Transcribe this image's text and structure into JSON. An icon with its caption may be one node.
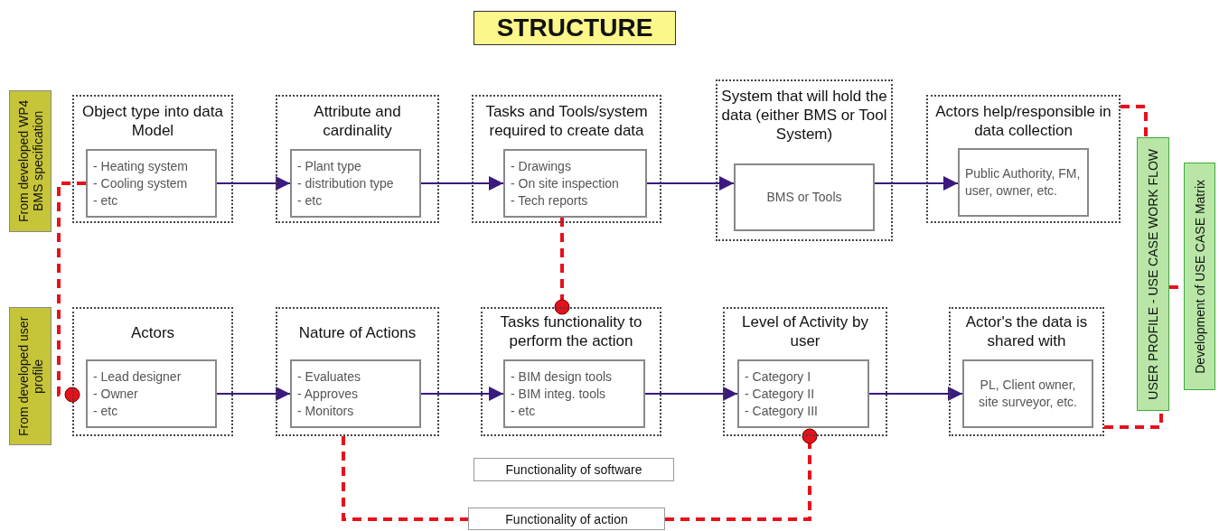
{
  "diagram": {
    "title": "STRUCTURE",
    "nodes": [
      {
        "text": [
          "From developed WP4 BMS specification"
        ]
      },
      {
        "text": [
          "From developed user profile"
        ]
      },
      {
        "text": [
          "Object type into data Model"
        ]
      },
      {
        "text": [
          "- Heating system",
          "- Cooling system",
          "- etc"
        ],
        "in": 2
      },
      {
        "text": [
          "Attribute and cardinality"
        ]
      },
      {
        "text": [
          "- Plant type",
          "- distribution type",
          "- etc"
        ],
        "in": 4
      },
      {
        "text": [
          "Tasks and Tools/system required to create data"
        ]
      },
      {
        "text": [
          "- Drawings",
          "- On site inspection",
          "- Tech reports"
        ],
        "in": 6
      },
      {
        "text": [
          "System that will hold the data (either BMS or Tool System)"
        ]
      },
      {
        "text": [
          "BMS or Tools"
        ],
        "in": 8
      },
      {
        "text": [
          "Actors help/responsible in data collection"
        ]
      },
      {
        "text": [
          "Public Authority, FM, user, owner, etc."
        ],
        "in": 10
      },
      {
        "text": [
          "Actors"
        ]
      },
      {
        "text": [
          "- Lead designer",
          "- Owner",
          "- etc"
        ],
        "in": 12
      },
      {
        "text": [
          "Nature of Actions"
        ]
      },
      {
        "text": [
          "- Evaluates",
          "- Approves",
          "- Monitors"
        ],
        "in": 14
      },
      {
        "text": [
          "Tasks functionality to perform the action"
        ]
      },
      {
        "text": [
          "- BIM design tools",
          "- BIM integ. tools",
          "- etc"
        ],
        "in": 16
      },
      {
        "text": [
          "Level of Activity by user"
        ]
      },
      {
        "text": [
          "- Category I",
          "- Category II",
          "- Category III"
        ],
        "in": 18
      },
      {
        "text": [
          "Actor's the data is shared with"
        ]
      },
      {
        "text": [
          "PL, Client owner, site surveyor, etc."
        ],
        "in": 20
      },
      {
        "text": [
          "Functionality of software"
        ]
      },
      {
        "text": [
          "Functionality of action"
        ]
      },
      {
        "text": [
          "USER PROFILE - USE CASE WORK FLOW"
        ]
      },
      {
        "text": [
          "Development of USE CASE Matrix"
        ]
      }
    ],
    "edges": [
      {
        "from": 3,
        "to": 5,
        "arrow": "to"
      },
      {
        "from": 5,
        "to": 7,
        "arrow": "to"
      },
      {
        "from": 7,
        "to": 9,
        "arrow": "to"
      },
      {
        "from": 9,
        "to": 11,
        "arrow": "to"
      },
      {
        "from": 13,
        "to": 15,
        "arrow": "to"
      },
      {
        "from": 15,
        "to": 17,
        "arrow": "to"
      },
      {
        "from": 17,
        "to": 19,
        "arrow": "to"
      },
      {
        "from": 19,
        "to": 21,
        "arrow": "to"
      },
      {
        "from": 3,
        "to": 12,
        "arrow": "other",
        "style": "dashed",
        "color": "#e8101a"
      },
      {
        "from": 7,
        "to": 16,
        "arrow": "other",
        "style": "dashed",
        "color": "#e8101a"
      },
      {
        "from": 14,
        "to": 23,
        "arrow": "none",
        "style": "dashed",
        "color": "#e8101a"
      },
      {
        "from": 23,
        "to": 18,
        "arrow": "other",
        "style": "dashed",
        "color": "#e8101a"
      },
      {
        "from": 10,
        "to": 24,
        "arrow": "none",
        "style": "dashed",
        "color": "#e8101a"
      },
      {
        "from": 20,
        "to": 24,
        "arrow": "none",
        "style": "dashed",
        "color": "#e8101a"
      },
      {
        "from": 24,
        "to": 25,
        "arrow": "none",
        "style": "dashed",
        "color": "#e8101a"
      }
    ]
  }
}
